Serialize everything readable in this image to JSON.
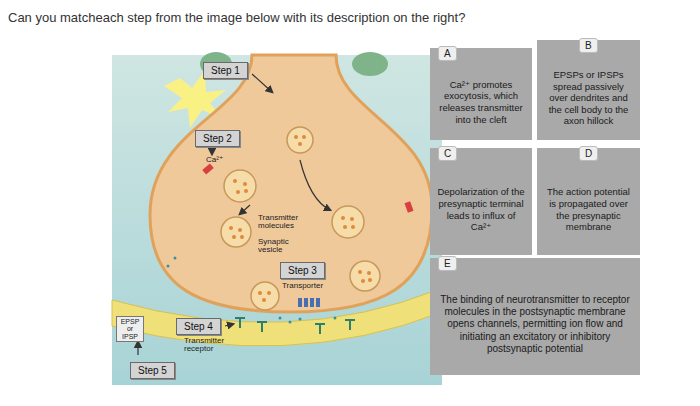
{
  "diagram": {
    "title": "Can you matcheach step from the image below with its description on the right?",
    "nodes": [
      {
        "text": [
          "Step 1"
        ]
      },
      {
        "text": [
          "Step 2"
        ]
      },
      {
        "text": [
          "Step 3"
        ]
      },
      {
        "text": [
          "Step 4"
        ]
      },
      {
        "text": [
          "Step 5"
        ]
      },
      {
        "text": [
          "A",
          "Ca²⁺ promotes exocytosis, which releases transmitter into the cleft"
        ]
      },
      {
        "text": [
          "B",
          "EPSPs or IPSPs spread passively over dendrites and the cell body to the axon hillock"
        ]
      },
      {
        "text": [
          "C",
          "Depolarization of the presynaptic terminal leads to influx of Ca²⁺"
        ]
      },
      {
        "text": [
          "D",
          "The action potential is propagated over the presynaptic membrane"
        ]
      },
      {
        "text": [
          "E",
          "The binding of neurotransmitter to receptor molecules in the postsynaptic membrane opens channels, permitting ion flow and initiating an excitatory or inhibitory postsynaptic potential"
        ]
      }
    ],
    "labels": [
      "Ca²⁺",
      "Transmitter molecules",
      "Synaptic vesicle",
      "Transporter",
      "Transmitter receptor",
      "EPSP or IPSP"
    ]
  }
}
